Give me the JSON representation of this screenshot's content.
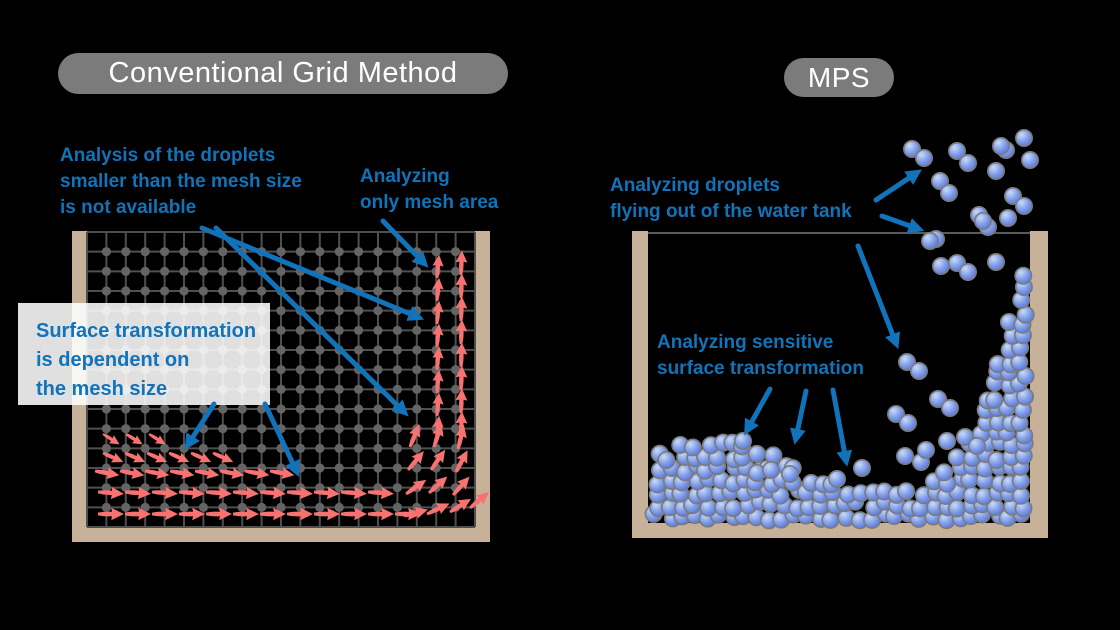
{
  "header": {
    "left_title": "Conventional Grid Method",
    "right_title": "MPS"
  },
  "left_panel": {
    "annotation_droplets": "Analysis of the droplets\nsmaller than the mesh size\nis not available",
    "annotation_mesh_area": "Analyzing\nonly mesh area",
    "annotation_surface": "Surface transformation\nis dependent on\nthe mesh size"
  },
  "right_panel": {
    "annotation_droplets": "Analyzing droplets\nflying out of the water tank",
    "annotation_surface": "Analyzing sensitive\nsurface transformation"
  },
  "colors": {
    "background": "#000000",
    "title_pill_bg": "#7b7b7b",
    "title_text": "#ffffff",
    "annotation_blue": "#1173b9",
    "arrow_blue": "#1173b9",
    "vector_red": "#f87272",
    "tank_wall": "#c7b299",
    "grid_line": "#4f4f4f",
    "grid_dot": "#646464",
    "rim_line": "#5a5a5a",
    "callout_box_bg": "rgba(255,255,255,0.88)",
    "particle_light": "#c9dbf6",
    "particle_mid": "#7d9ae8",
    "particle_dark": "#4a67cf",
    "particle_stroke": "#7b7b7b"
  }
}
